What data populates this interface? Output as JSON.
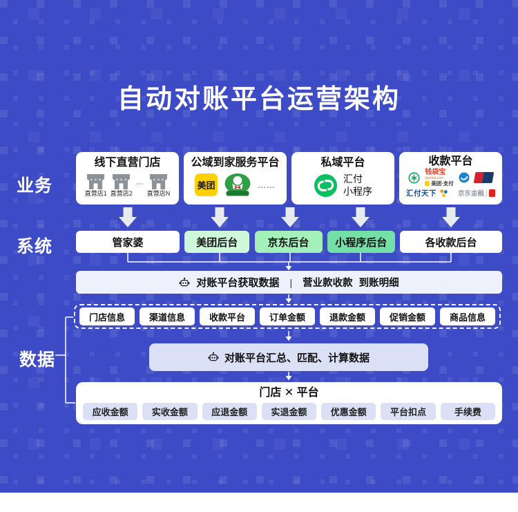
{
  "title": "自动对账平台运营架构",
  "sections": {
    "business": "业务",
    "system": "系统",
    "data": "数据"
  },
  "business_row": {
    "offline_stores": {
      "title": "线下直营门店",
      "store_labels": [
        "直营店1",
        "直营店2",
        "直营店N"
      ],
      "ellipsis": "…"
    },
    "public_platform": {
      "title": "公域到家服务平台",
      "meituan_label": "美团",
      "ellipsis": "……"
    },
    "private_platform": {
      "title": "私域平台",
      "app_name_line1": "汇付",
      "app_name_line2": "小程序"
    },
    "collection_platform": {
      "title": "收款平台",
      "qiandaibao": "钱袋宝",
      "qiandaibao_domain": "qiandai.com",
      "meituan_pay": "美团·支付",
      "huifu_tianxia": "汇付天下",
      "jd_finance": "京东金融"
    }
  },
  "system_row": {
    "items": [
      {
        "label": "管家婆",
        "bg": "#ffffff"
      },
      {
        "label": "美团后台",
        "bg": "#cff7da"
      },
      {
        "label": "京东后台",
        "bg": "#a4f0ba"
      },
      {
        "label": "小程序后台",
        "bg": "#74dfa7"
      },
      {
        "label": "各收款后台",
        "bg": "#ffffff"
      }
    ]
  },
  "fetch_bar": {
    "label": "对账平台获取数据",
    "divider": "|",
    "detail_1": "营业款收款",
    "detail_2": "到账明细"
  },
  "data_fields": [
    "门店信息",
    "渠道信息",
    "收款平台",
    "订单金额",
    "退款金额",
    "促销金额",
    "商品信息"
  ],
  "process_bar": {
    "label": "对账平台汇总、匹配、计算数据"
  },
  "result_panel": {
    "title": "门店 ✕ 平台",
    "fields": [
      "应收金额",
      "实收金额",
      "应退金额",
      "实退金额",
      "优惠金额",
      "平台扣点",
      "手续费"
    ]
  },
  "colors": {
    "background_blue": "#3d4bc6",
    "panel_lavender": "#eef0fb",
    "chip_lavender": "#dce0f6",
    "system_green_light": "#cff7da",
    "system_green_mid": "#a4f0ba",
    "system_green_dark": "#74dfa7",
    "meituan_yellow": "#ffd100",
    "wechat_green": "#07c160",
    "arrow_white": "#e8eaf2"
  }
}
